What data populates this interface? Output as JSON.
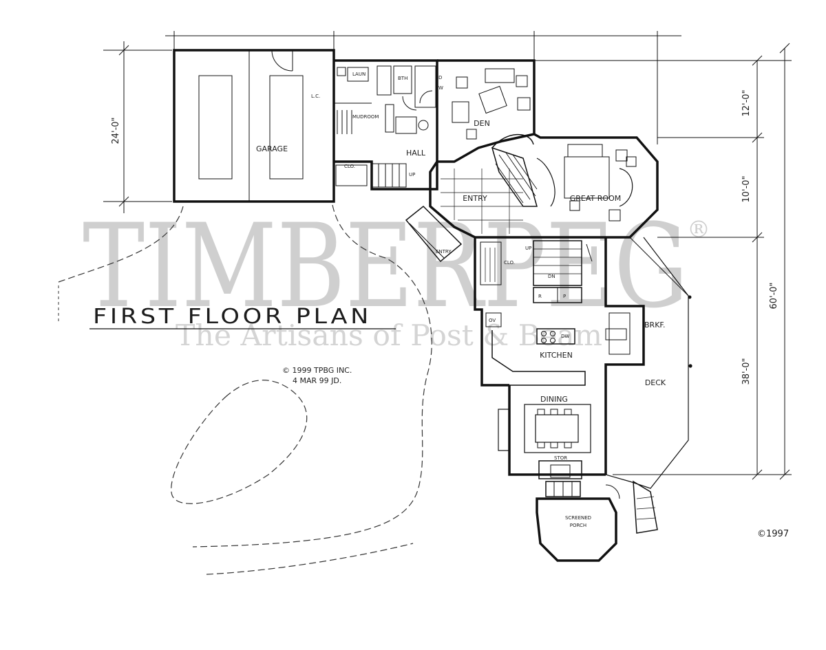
{
  "plan_title": "FIRST FLOOR PLAN",
  "copyright_block": {
    "line1": "© 1999 TPBG INC.",
    "line2": "4 MAR 99  JD."
  },
  "copyright_corner": "©1997",
  "watermark": {
    "brand": "TIMBERPEG",
    "registered": "®",
    "tagline": "The Artisans of Post & Beam"
  },
  "rooms": {
    "garage": "GARAGE",
    "mudroom": "MUDROOM",
    "hall": "HALL",
    "den": "DEN",
    "entry": "ENTRY",
    "great_room": "GREAT ROOM",
    "kitchen": "KITCHEN",
    "dining": "DINING",
    "deck": "DECK",
    "screened_porch_1": "SCREENED",
    "screened_porch_2": "PORCH",
    "brkf": "BRKF."
  },
  "labels": {
    "laun": "LAUN",
    "bath": "BTH",
    "lc": "L.C.",
    "clo_garage": "CLO.",
    "clo_kitchen": "CLO.",
    "entry_side": "ENTRY",
    "up_hall": "UP",
    "up_kitchen": "UP",
    "dw": "DW",
    "r": "R",
    "p": "P",
    "ov": "OV",
    "dn": "DN",
    "stair": "STOR",
    "d": "D",
    "w": "W"
  },
  "dimensions": {
    "garage_depth": "24'-0\"",
    "upper_right": "12'-0\"",
    "middle_right": "10'-0\"",
    "total_right": "60'-0\"",
    "lower_right": "38'-0\""
  },
  "colors": {
    "ink": "#1c1c1c",
    "watermark": "#cfcfcf",
    "paper": "#ffffff"
  }
}
